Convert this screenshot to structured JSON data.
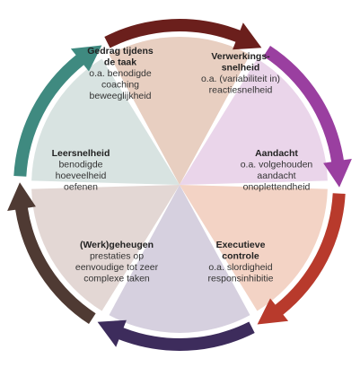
{
  "segments": [
    {
      "id": "gedrag",
      "title_lines": [
        "Gedrag tijdens",
        "de taak"
      ],
      "body_lines": [
        "o.a. benodigde",
        "coaching",
        "beweeglijkheid"
      ],
      "fill_color": "#d8e3e1",
      "arrow_color": "#3f8a80"
    },
    {
      "id": "verwerkingssnelheid",
      "title_lines": [
        "Verwerkings-",
        "snelheid"
      ],
      "body_lines": [
        "o.a. (variabiliteit in)",
        "reactiesnelheid"
      ],
      "fill_color": "#e8cfc1",
      "arrow_color": "#6b1f1c"
    },
    {
      "id": "aandacht",
      "title_lines": [
        "Aandacht"
      ],
      "body_lines": [
        "o.a. volgehouden",
        "aandacht",
        "onoplettendheid"
      ],
      "fill_color": "#ead5ea",
      "arrow_color": "#9a3fa0"
    },
    {
      "id": "executieve",
      "title_lines": [
        "Executieve",
        "controle"
      ],
      "body_lines": [
        "o.a. slordigheid",
        "responsinhibitie"
      ],
      "fill_color": "#f3d3c5",
      "arrow_color": "#b83a2c"
    },
    {
      "id": "werkgeheugen",
      "title_lines": [
        "(Werk)geheugen"
      ],
      "body_lines": [
        "prestaties op",
        "eenvoudige tot zeer",
        "complexe taken"
      ],
      "fill_color": "#d6d0df",
      "arrow_color": "#3d2c5c"
    },
    {
      "id": "leersnelheid",
      "title_lines": [
        "Leersnelheid"
      ],
      "body_lines": [
        "benodigde",
        "hoeveelheid",
        "oefenen"
      ],
      "fill_color": "#e3d7d4",
      "arrow_color": "#4f3a33"
    }
  ]
}
